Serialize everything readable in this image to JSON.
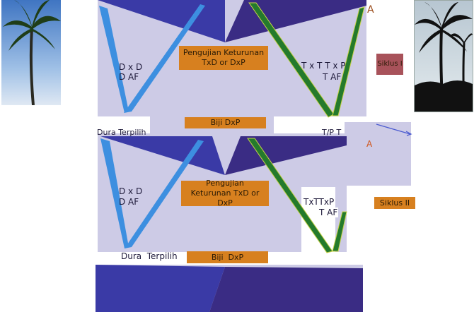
{
  "top_block": {
    "left_cross": "D x D",
    "left_cross_2": "D AF",
    "center_box": "Pengujian Keturunan TxD or DxP",
    "right_cross": "T x T T x P",
    "right_cross_2": "T AF",
    "seed_box": "Biji DxP",
    "corner_letter": "A",
    "cycle_label": "Siklus I"
  },
  "middle_labels": {
    "left_selected": "Dura Terpilih",
    "right_selected": "T/P T",
    "right_letter": "A"
  },
  "second_block": {
    "left_cross": "D x D",
    "left_cross_2": "D AF",
    "center_box": "Pengujian Keturunan TxD or DxP",
    "right_cross": "TxTTxP",
    "right_cross_2": "T AF",
    "left_selected": "Dura  Terpilih",
    "seed_box": "Biji  DxP",
    "cycle_label": "Siklus II"
  },
  "colors": {
    "panel": "#cdcbe6",
    "blue_triangle": "#3a3aa6",
    "purple_triangle": "#3a2c84",
    "light_blue_arm": "#3d8fe0",
    "green_arm": "#247a2c",
    "orange_box": "#d7801f",
    "maroon_box": "#a8525a"
  }
}
